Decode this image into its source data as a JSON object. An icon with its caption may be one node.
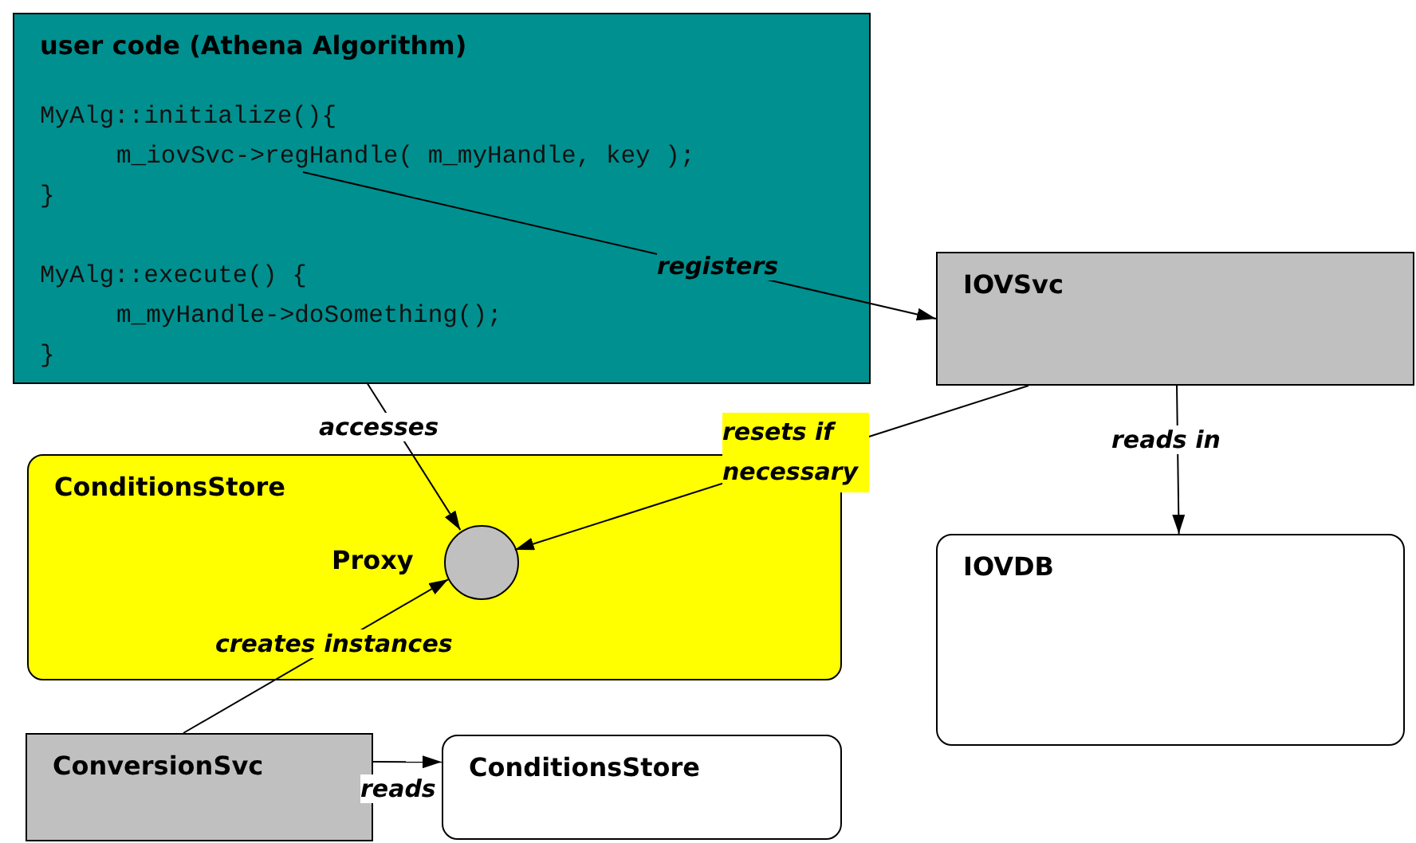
{
  "diagram": {
    "nodes": [
      {
        "text": [
          "user code (Athena Algorithm)",
          "MyAlg::initialize(){",
          "m_iovSvc->regHandle( m_myHandle, key );",
          "}",
          "MyAlg::execute() {",
          "m_myHandle->doSomething();",
          "}"
        ]
      },
      {
        "text": [
          "IOVSvc"
        ]
      },
      {
        "text": [
          "ConditionsStore"
        ]
      },
      {
        "text": [
          "Proxy"
        ],
        "in": 2
      },
      {
        "text": [
          "IOVDB"
        ]
      },
      {
        "text": [
          "ConversionSvc"
        ]
      },
      {
        "text": [
          "ConditionsStore"
        ]
      }
    ],
    "edges": [
      {
        "from": 0,
        "to": 1,
        "arrow": "to",
        "label": "registers"
      },
      {
        "from": 0,
        "to": 3,
        "arrow": "to",
        "label": "accesses"
      },
      {
        "from": 1,
        "to": 3,
        "arrow": "to",
        "label": "resets if necessary"
      },
      {
        "from": 1,
        "to": 4,
        "arrow": "to",
        "label": "reads in"
      },
      {
        "from": 5,
        "to": 3,
        "arrow": "to",
        "label": "creates instances"
      },
      {
        "from": 5,
        "to": 6,
        "arrow": "to",
        "label": "reads"
      }
    ]
  }
}
